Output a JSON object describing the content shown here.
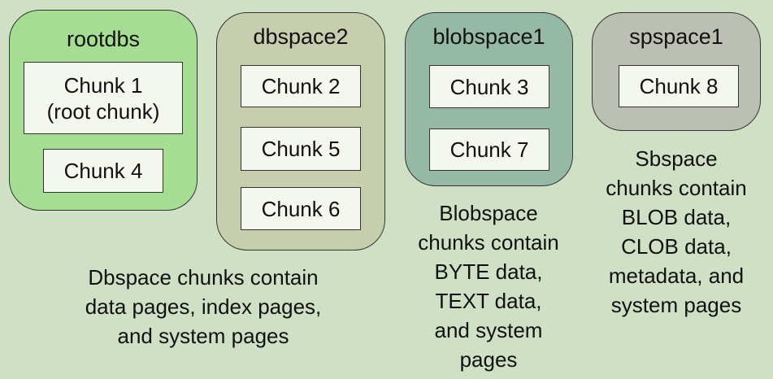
{
  "spaces": [
    {
      "name": "rootdbs",
      "chunks": [
        {
          "lines": [
            "Chunk 1",
            "(root chunk)"
          ]
        },
        {
          "lines": [
            "Chunk 4"
          ]
        }
      ]
    },
    {
      "name": "dbspace2",
      "chunks": [
        {
          "lines": [
            "Chunk 2"
          ]
        },
        {
          "lines": [
            "Chunk 5"
          ]
        },
        {
          "lines": [
            "Chunk 6"
          ]
        }
      ]
    },
    {
      "name": "blobspace1",
      "chunks": [
        {
          "lines": [
            "Chunk 3"
          ]
        },
        {
          "lines": [
            "Chunk 7"
          ]
        }
      ]
    },
    {
      "name": "spspace1",
      "chunks": [
        {
          "lines": [
            "Chunk 8"
          ]
        }
      ]
    }
  ],
  "captions": {
    "dbspace": [
      "Dbspace chunks contain",
      "data pages, index pages,",
      "and system pages"
    ],
    "blobspace": [
      "Blobspace",
      "chunks contain",
      "BYTE data,",
      "TEXT data,",
      "and system",
      "pages"
    ],
    "sbspace": [
      "Sbspace",
      "chunks contain",
      "BLOB data,",
      "CLOB data,",
      "metadata, and",
      "system pages"
    ]
  },
  "colors": {
    "background": "#cfe0c4",
    "rootdbs": "#a5dd93",
    "dbspace2": "#c7ceae",
    "blobspace1": "#95b9a5",
    "spspace1": "#bcbfb3",
    "chunk": "#f4f7ee"
  }
}
